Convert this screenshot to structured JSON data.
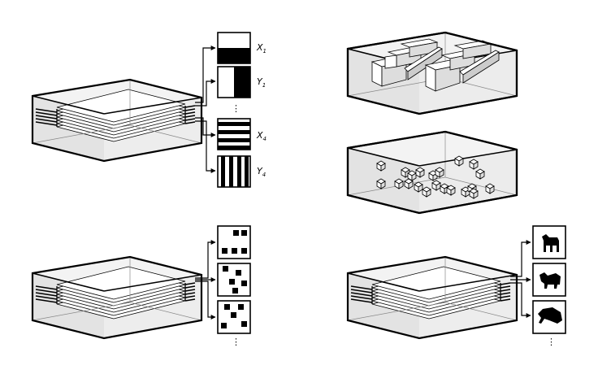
{
  "labels": {
    "x1": "X",
    "x1_sub": "1",
    "y1": "Y",
    "y1_sub": "1",
    "x4": "X",
    "x4_sub": "4",
    "y4": "Y",
    "y4_sub": "4"
  },
  "ellipsis": "⋮",
  "colors": {
    "stroke": "#000000",
    "box_face": "#e6e6e6",
    "box_back": "#f2f2f2",
    "paper": "#ffffff"
  }
}
